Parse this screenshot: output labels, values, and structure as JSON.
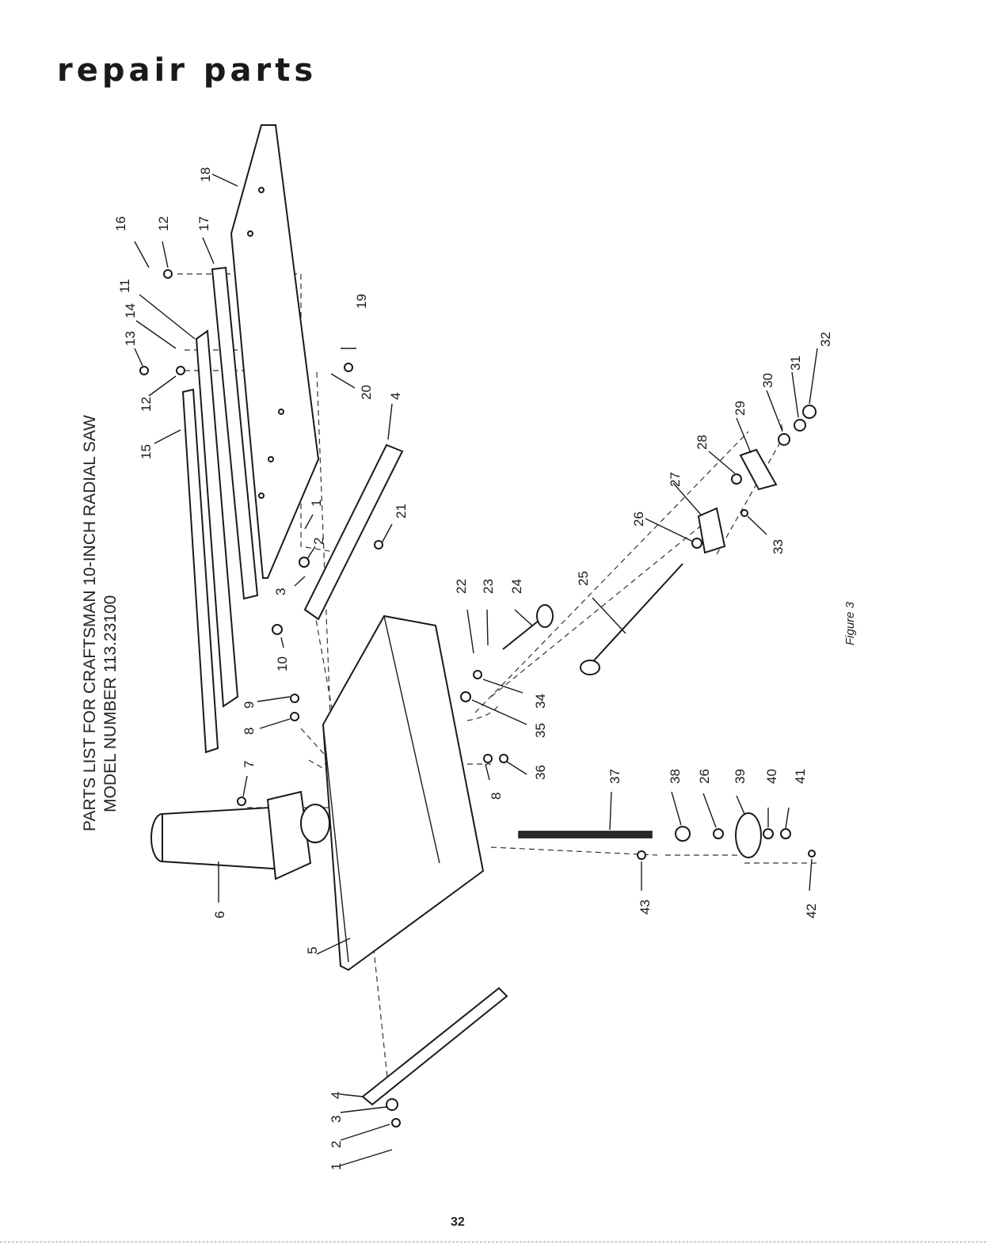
{
  "page": {
    "title": "repair parts",
    "heading_line1": "PARTS LIST FOR CRAFTSMAN 10-INCH RADIAL SAW",
    "heading_line2": "MODEL NUMBER 113.23100",
    "figure_label": "Figure 3",
    "page_number": "32"
  },
  "callouts": [
    "1",
    "2",
    "3",
    "4",
    "5",
    "6",
    "7",
    "8",
    "9",
    "10",
    "11",
    "12",
    "13",
    "14",
    "15",
    "16",
    "17",
    "18",
    "19",
    "20",
    "21",
    "22",
    "23",
    "24",
    "25",
    "26",
    "27",
    "28",
    "29",
    "30",
    "31",
    "32",
    "33",
    "34",
    "35",
    "36",
    "37",
    "38",
    "39",
    "40",
    "41",
    "42",
    "43"
  ]
}
